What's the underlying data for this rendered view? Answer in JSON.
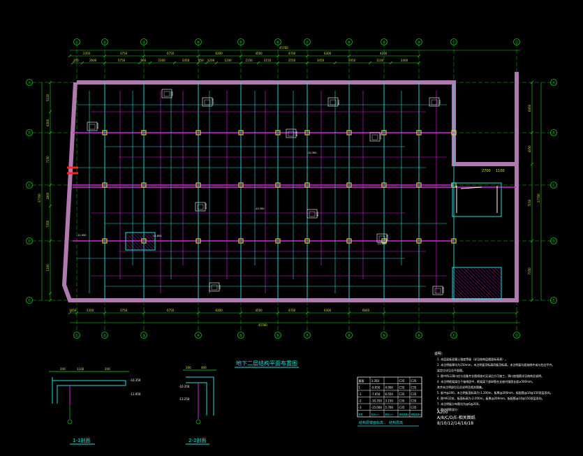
{
  "colors": {
    "background": "#000000",
    "wall": "#b07ab0",
    "beam": "#e020e0",
    "beam_cyan": "#20e0e0",
    "grid_bubble": "#10c010",
    "dimension": "#10e010",
    "dim_text": "#e0e020",
    "column": "#d8d040",
    "text_cyan": "#20e0e0",
    "label_white": "#ffffff",
    "hatch": "#e020e0"
  },
  "grid_axes_vertical": [
    "①",
    "②",
    "③",
    "④",
    "⑤",
    "⑥",
    "⑦",
    "⑧",
    "⑨",
    "⑩",
    "⑪",
    "⑫"
  ],
  "grid_axes_horizontal": [
    "Ⓐ",
    "Ⓑ",
    "Ⓒ",
    "Ⓓ",
    "Ⓔ"
  ],
  "dims": {
    "top_total": "45760",
    "top_row1": [
      "2350",
      "3750",
      "6750",
      "6300",
      "4500",
      "4700",
      "6300",
      "4200"
    ],
    "top_row2": [
      "350",
      "2600",
      "5750",
      "900",
      "2300",
      "2450",
      "850",
      "1200",
      "1200",
      "2150",
      "2150",
      "2550",
      "3450",
      "2050",
      "1100",
      "2400"
    ],
    "bottom_row1": [
      "1650",
      "2350",
      "3750",
      "6750",
      "6300",
      "4500",
      "4700",
      "6300",
      "6640"
    ],
    "bottom_total": "45760",
    "left": [
      "5150",
      "6300",
      "7150",
      "1800",
      "7350",
      "1300"
    ],
    "left_total": "27700",
    "right": [
      "6450",
      "4350",
      "7150",
      "7350"
    ],
    "right_total": "27700"
  },
  "plan_title": "地下二层结构平面布置图",
  "section_1": {
    "title": "1-1剖面",
    "dims": [
      "200",
      "1100",
      "200"
    ],
    "levels": [
      "-10.350",
      "-11.950"
    ]
  },
  "section_2": {
    "title": "2-2剖面",
    "dims": [
      "200",
      "400"
    ],
    "levels": [
      "-10.350",
      "-13.250"
    ]
  },
  "level_table": {
    "header": [
      "屋面",
      "3.350",
      "",
      "C35",
      "C35"
    ],
    "rows": [
      [
        "1",
        "-0.050",
        "4.000",
        "C35",
        "C35"
      ],
      [
        "-1",
        "-7.050",
        "6.550",
        "C35",
        "C35"
      ],
      [
        "-2",
        "-10.350",
        "3.150",
        "C35",
        "C35"
      ],
      [
        "-3",
        "-15.000",
        "5.700",
        "C35",
        "C35"
      ]
    ],
    "footer": [
      "层号",
      "标高(m)",
      "层高(m)",
      "墙柱混凝土",
      "梁板混凝土"
    ],
    "caption": "结构层楼面标高 、 结构层高"
  },
  "notes": {
    "heading": "说明：",
    "lines": [
      "1. 本层梁板混凝土强度等级（详见结构层楼面标高表）。",
      "2. 未注明板厚均为150mm，未注明梁顶标高同板顶标高，未注明梁均居轴线中或与柱边平齐。",
      "   梁定位详见总平面图。",
      "3. 图中所示洞口应与设备专业图纸核对无误后方可施工，洞口加强筋详见结构总说明。",
      "4. 未注明框架梁位于轴线居中，框架梁下部纵筋在支座内锚固长度≥500mm。",
      "   其余未注明部位见总说明及相关图集。",
      "5. 板中@200，未注明板面标高为-1.200m，板厚@200mm，板配筋@10@150双层双向。",
      "6. 图中E22处，板面标高为-2.050m，板厚@200mm，板配筋@10@150双层双向。",
      "7. 未注明板分布筋均为@6@200。",
      "8. 图中阴影部分：",
      "   A200",
      "   A/8/C/D/E-相关图纸",
      "   8/10/12/14/16/18"
    ]
  },
  "plan_labels": {
    "beam_tags": [
      "1000",
      "700",
      "1100",
      "800",
      "600",
      "1200",
      "700",
      "1000",
      "900",
      "1500",
      "700",
      "1000"
    ],
    "elev_tags": [
      "-11.850",
      "-10.350",
      "-11.950",
      "-12.400",
      "-10.350"
    ],
    "right_box": [
      "2700",
      "1100"
    ]
  }
}
